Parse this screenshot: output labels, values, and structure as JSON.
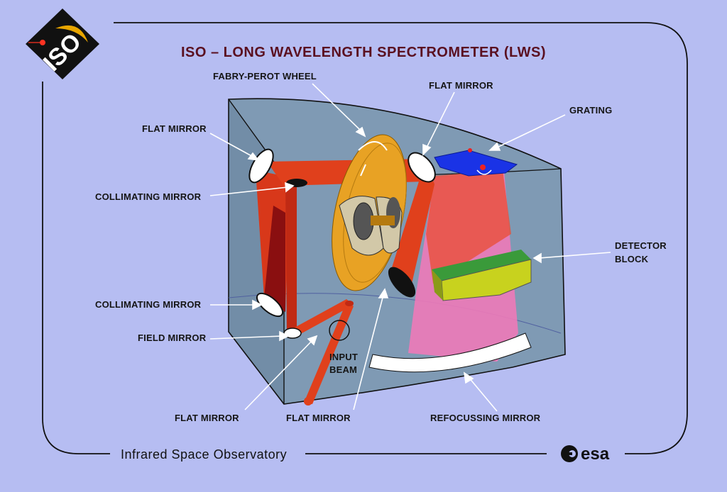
{
  "title": "ISO – LONG WAVELENGTH SPECTROMETER (LWS)",
  "logo": {
    "text": "ISO",
    "colors": {
      "bg": "#111111",
      "text": "#ffffff",
      "accent": "#e8a500"
    }
  },
  "footer": {
    "text": "Infrared Space Observatory",
    "agency": "esa"
  },
  "labels": {
    "fabry_perot_wheel": "FABRY-PEROT WHEEL",
    "flat_mirror_top_left": "FLAT MIRROR",
    "flat_mirror_top_right": "FLAT MIRROR",
    "grating": "GRATING",
    "collimating_mirror_upper": "COLLIMATING MIRROR",
    "detector_block_line1": "DETECTOR",
    "detector_block_line2": "BLOCK",
    "collimating_mirror_lower": "COLLIMATING MIRROR",
    "field_mirror": "FIELD MIRROR",
    "input_beam_line1": "INPUT",
    "input_beam_line2": "BEAM",
    "flat_mirror_bottom_left": "FLAT MIRROR",
    "flat_mirror_bottom_center": "FLAT MIRROR",
    "refocussing_mirror": "REFOCUSSING MIRROR"
  },
  "colors": {
    "background": "#b6bdf2",
    "housing": "#7f9ab4",
    "beam": "#e0401c",
    "beam_dark": "#8a0f10",
    "wheel": "#e8a224",
    "grating": "#1a33e6",
    "detector": "#c8d21e",
    "detector_edge": "#3a9a3a",
    "refocus_beam": "#ee7ab8"
  }
}
